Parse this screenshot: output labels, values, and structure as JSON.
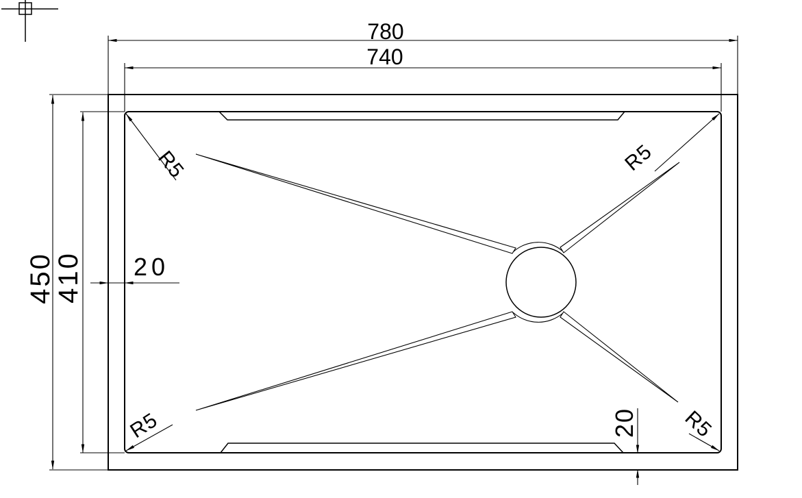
{
  "colors": {
    "background": "#ffffff",
    "line": "#000000",
    "text": "#000000"
  },
  "drawing": {
    "type": "technical-drawing-sink-top-view",
    "dimensions": {
      "outer_width": "780",
      "inner_width": "740",
      "outer_height": "450",
      "inner_height": "410",
      "edge_offset_left": "20",
      "edge_offset_bottom": "20"
    },
    "corner_radius_labels": {
      "top_left": "R5",
      "top_right": "R5",
      "bottom_left": "R5",
      "bottom_right": "R5"
    }
  }
}
